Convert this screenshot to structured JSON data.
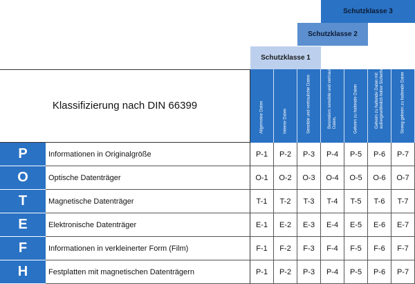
{
  "schutzklassen": [
    "Schutzklasse 1",
    "Schutzklasse 2",
    "Schutzklasse 3"
  ],
  "title": "Klassifizierung nach DIN 66399",
  "columns": [
    "Allgemeine Daten",
    "Interne Daten",
    "Sensible und vertrauliche Daten",
    "Besonders sensible und vertrauliche Daten,",
    "Geheim zu haltende Daten",
    "Geheim zu haltende Daten mit außergewöhnlich hoher Sicherheit",
    "Streng geheim zu haltende Daten"
  ],
  "rows": [
    {
      "letter": "P",
      "label": "Informationen in Originalgröße",
      "values": [
        "P-1",
        "P-2",
        "P-3",
        "P-4",
        "P-5",
        "P-6",
        "P-7"
      ]
    },
    {
      "letter": "O",
      "label": "Optische Datenträger",
      "values": [
        "O-1",
        "O-2",
        "O-3",
        "O-4",
        "O-5",
        "O-6",
        "O-7"
      ]
    },
    {
      "letter": "T",
      "label": "Magnetische Datenträger",
      "values": [
        "T-1",
        "T-2",
        "T-3",
        "T-4",
        "T-5",
        "T-6",
        "T-7"
      ]
    },
    {
      "letter": "E",
      "label": "Elektronische Datenträger",
      "values": [
        "E-1",
        "E-2",
        "E-3",
        "E-4",
        "E-5",
        "E-6",
        "E-7"
      ]
    },
    {
      "letter": "F",
      "label": "Informationen in verkleinerter Form (Film)",
      "values": [
        "F-1",
        "F-2",
        "F-3",
        "F-4",
        "F-5",
        "F-6",
        "F-7"
      ]
    },
    {
      "letter": "H",
      "label": "Festplatten mit magnetischen Datenträgern",
      "values": [
        "P-1",
        "P-2",
        "P-3",
        "P-4",
        "P-5",
        "P-6",
        "P-7"
      ]
    }
  ]
}
